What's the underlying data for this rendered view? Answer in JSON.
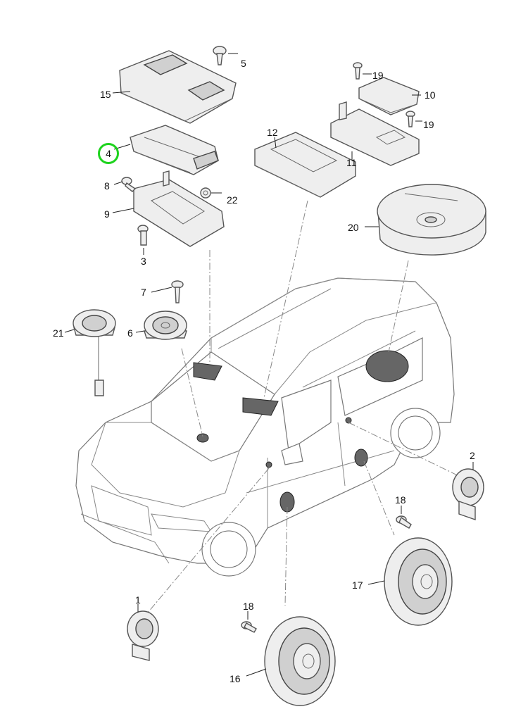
{
  "diagram": {
    "callouts": [
      {
        "id": "c1",
        "label": "1",
        "highlighted": false
      },
      {
        "id": "c2",
        "label": "2",
        "highlighted": false
      },
      {
        "id": "c3",
        "label": "3",
        "highlighted": false
      },
      {
        "id": "c4",
        "label": "4",
        "highlighted": true
      },
      {
        "id": "c5",
        "label": "5",
        "highlighted": false
      },
      {
        "id": "c6",
        "label": "6",
        "highlighted": false
      },
      {
        "id": "c7",
        "label": "7",
        "highlighted": false
      },
      {
        "id": "c8",
        "label": "8",
        "highlighted": false
      },
      {
        "id": "c9",
        "label": "9",
        "highlighted": false
      },
      {
        "id": "c10",
        "label": "10",
        "highlighted": false
      },
      {
        "id": "c11",
        "label": "11",
        "highlighted": false
      },
      {
        "id": "c12",
        "label": "12",
        "highlighted": false
      },
      {
        "id": "c15",
        "label": "15",
        "highlighted": false
      },
      {
        "id": "c16",
        "label": "16",
        "highlighted": false
      },
      {
        "id": "c17",
        "label": "17",
        "highlighted": false
      },
      {
        "id": "c18a",
        "label": "18",
        "highlighted": false
      },
      {
        "id": "c18b",
        "label": "18",
        "highlighted": false
      },
      {
        "id": "c19a",
        "label": "19",
        "highlighted": false
      },
      {
        "id": "c19b",
        "label": "19",
        "highlighted": false
      },
      {
        "id": "c20",
        "label": "20",
        "highlighted": false
      },
      {
        "id": "c21",
        "label": "21",
        "highlighted": false
      },
      {
        "id": "c22",
        "label": "22",
        "highlighted": false
      }
    ],
    "highlight_color": "#1ed31e"
  }
}
